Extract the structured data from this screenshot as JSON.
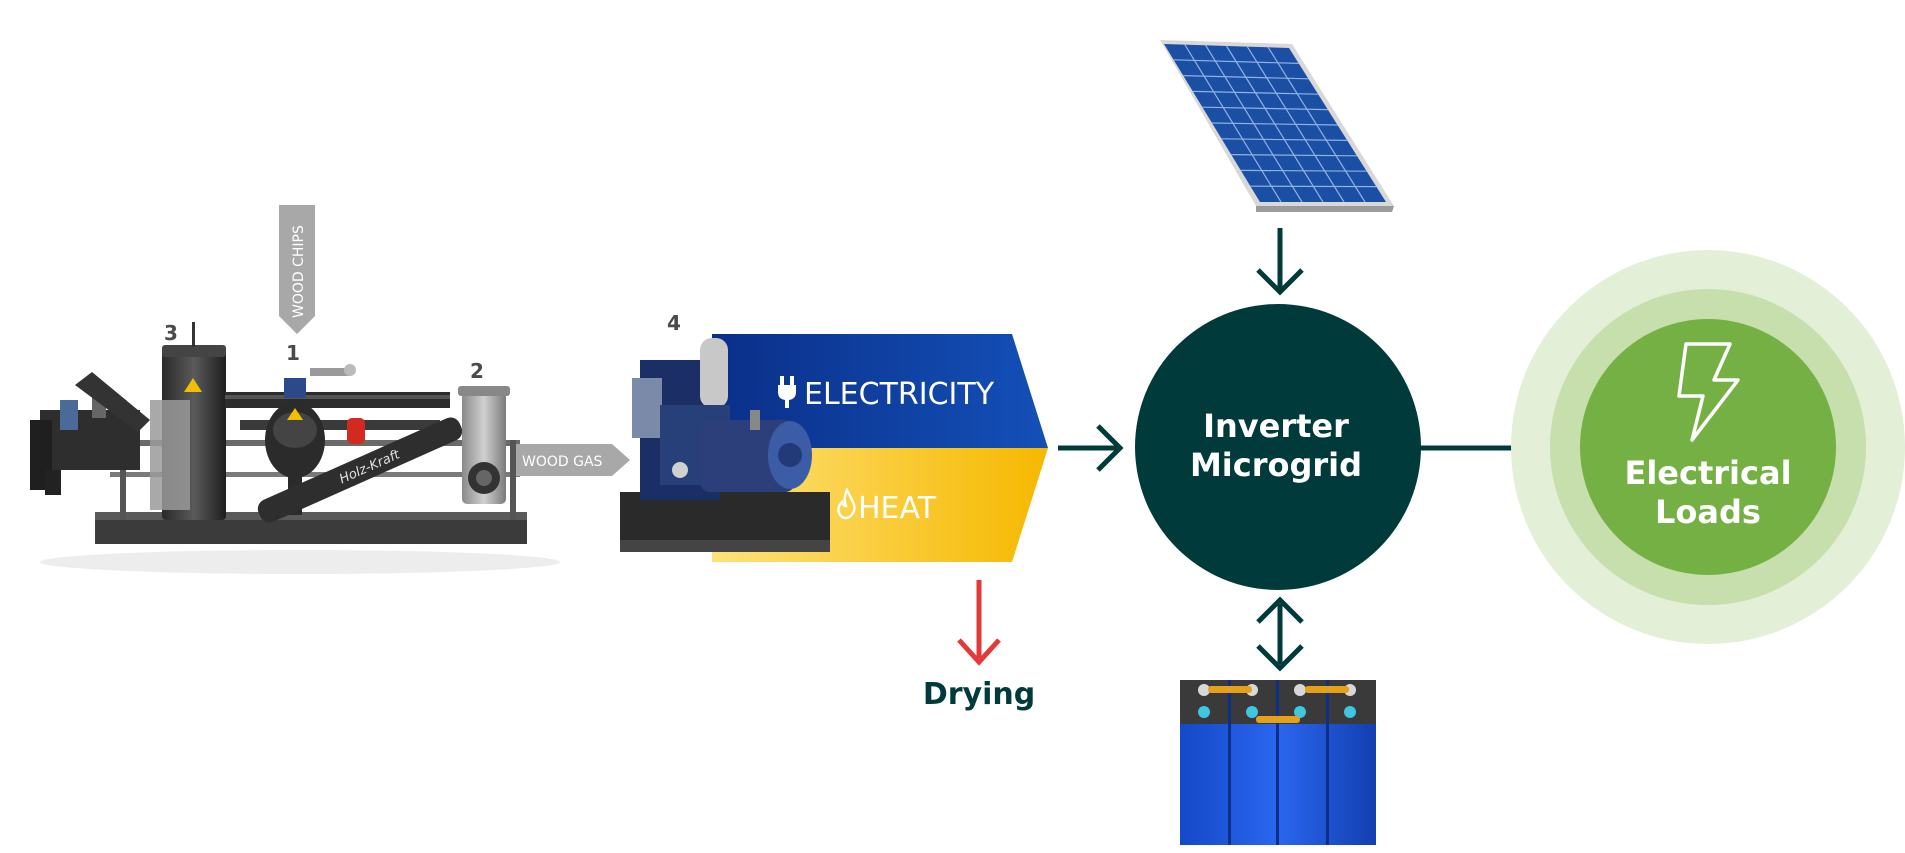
{
  "gasifier": {
    "input_label": "WOOD CHIPS",
    "output_label": "WOOD GAS",
    "component_numbers": [
      "1",
      "2",
      "3"
    ],
    "brand_text": "Holz-Kraft"
  },
  "chp": {
    "component_number": "4",
    "electricity_label": "ELECTRICITY",
    "heat_label": "HEAT",
    "drying_label": "Drying"
  },
  "microgrid": {
    "line1": "Inverter",
    "line2": "Microgrid"
  },
  "loads": {
    "line1": "Electrical",
    "line2": "Loads"
  },
  "colors": {
    "dark_teal": "#003a3a",
    "green_light": "#e3efd6",
    "green_mid": "#c6dfad",
    "green_core": "#74b043",
    "electricity_blue": "#0d3f9e",
    "heat_yellow": "#f8c600",
    "drying_red": "#e23a3a",
    "gray_label": "#a6a6a6",
    "solar_blue": "#1b4fa3",
    "battery_blue": "#1a57e0"
  },
  "icons": {
    "plug": "plug-icon",
    "flame": "flame-icon",
    "bolt": "lightning-bolt-icon",
    "solar": "solar-panel-icon",
    "battery": "battery-icon"
  }
}
